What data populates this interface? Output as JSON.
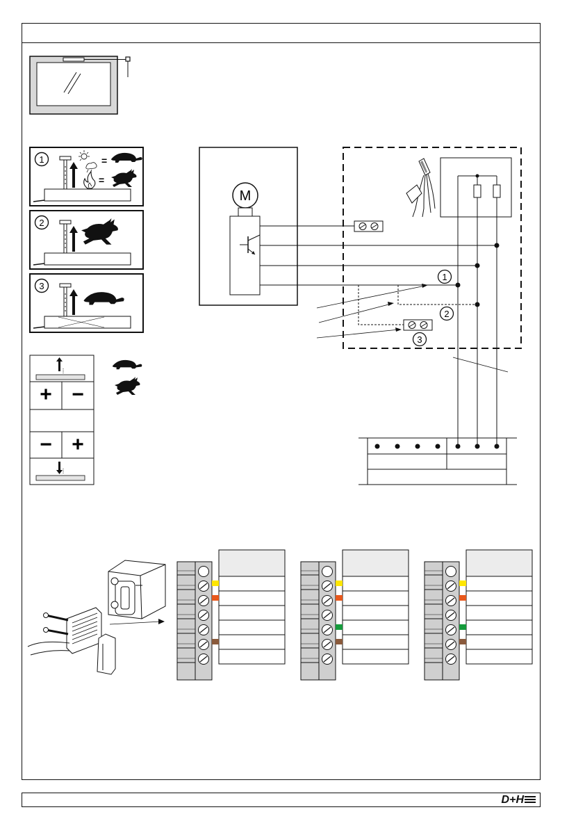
{
  "logo": {
    "text": "D+H"
  },
  "markers": {
    "m1": "1",
    "m2": "2",
    "m3": "3"
  },
  "motor": {
    "symbol": "M"
  },
  "speed_panels": [
    {
      "number": "1",
      "eq1": "=",
      "eq2": "="
    },
    {
      "number": "2"
    },
    {
      "number": "3"
    }
  ],
  "adjust_buttons": {
    "upper_plus": "+",
    "upper_minus": "−",
    "lower_minus": "−",
    "lower_plus": "+"
  },
  "icons": {
    "window": "window-frame-icon",
    "motor": "motor-icon",
    "transistor": "transistor-icon",
    "sun": "sun-icon",
    "rain": "rain-icon",
    "fire": "fire-icon",
    "turtle": "turtle-icon",
    "hare": "hare-icon",
    "sensor": "sensor-icon",
    "connector": "terminal-connector-icon"
  },
  "wire_colors": {
    "yellow": "#ffe600",
    "orange": "#e8581c",
    "green": "#159b3c",
    "brown": "#8a5a3c"
  },
  "terminal_blocks": [
    {
      "colors": [
        "#ffe600",
        "#e8581c",
        "",
        "",
        "#8a5a3c",
        ""
      ]
    },
    {
      "colors": [
        "#ffe600",
        "#e8581c",
        "",
        "#159b3c",
        "#8a5a3c",
        ""
      ]
    },
    {
      "colors": [
        "#ffe600",
        "#e8581c",
        "",
        "#159b3c",
        "#8a5a3c",
        ""
      ]
    }
  ]
}
